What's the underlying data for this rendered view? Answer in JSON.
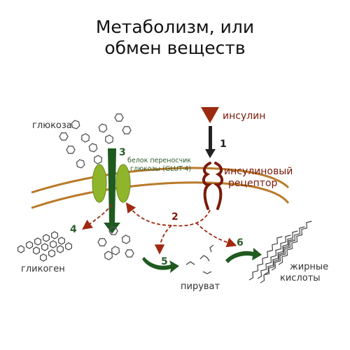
{
  "title": {
    "line1": "Метаболизм, или",
    "line2": "обмен веществ"
  },
  "labels": {
    "glucose": "глюкоза",
    "insulin": "инсулин",
    "transporter_line1": "белок переносчик",
    "transporter_line2": "глюкозы (GLUT-4)",
    "receptor_line1": "инсулиновый",
    "receptor_line2": "рецептор",
    "glycogen": "гликоген",
    "pyruvate": "пируват",
    "fatty_acids_line1": "жирные",
    "fatty_acids_line2": "кислоты"
  },
  "steps": {
    "s1": "1",
    "s2": "2",
    "s3": "3",
    "s4": "4",
    "s5": "5",
    "s6": "6"
  },
  "colors": {
    "membrane": "#b87a2a",
    "insulin": "#9a2a10",
    "receptor": "#7a1a0a",
    "signal": "#a02810",
    "transporter": "#8fb62a",
    "transporter_arrow": "#1f5a1f",
    "molecule": "#555555",
    "label_dark": "#333333",
    "label_green": "#2c5e2c",
    "label_red": "#7a1a0a"
  }
}
